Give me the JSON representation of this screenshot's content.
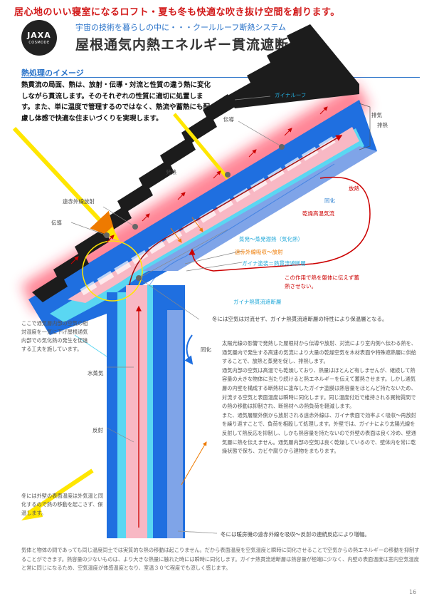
{
  "header": {
    "banner": "居心地のいい寝室になるロフト・夏も冬も快適な吹き抜け空間を創ります。",
    "logo_line1": "JAXA",
    "logo_line2": "COSMODE",
    "subtitle": "宇宙の技術を暮らしの中に・・・クールルーフ断熱システム",
    "title": "屋根通気内熱エネルギー貫流遮断工法"
  },
  "section": {
    "heading": "熱処理のイメージ",
    "intro": "熱貫流の局面、熱は、放射・伝導・対流と性質の違う熱に変化しながら貫流します。そのそれぞれの性質に適切に処置します。また、単に温度で管理するのではなく、熱流や蓄熱にも配慮し体感で快適な住まいづくりを実現します。"
  },
  "diagram_labels": {
    "gaina_roof": "ガイナルーフ",
    "dennetsu_top": "伝導",
    "haiki": "排気",
    "hainetsu": "排熱",
    "hatsunetsu": "発熱",
    "enseki_housha": "遠赤外線放射",
    "dennetsu_left": "伝導",
    "hounetsu": "放熱",
    "douka_top": "同化",
    "kansou": "乾燥高温気流",
    "jouki": "蒸発～蒸発潜熱（気化熱）",
    "enseki_kyushu": "遠赤外線吸収～放射",
    "gaina_tosou": "ガイナ塗装＝熱貫流遮断層",
    "sayou": "この作用で熱を躯体に伝えず蓄熱させない。",
    "gaina_layer": "ガイナ熱貫流遮断層",
    "winter_note": "冬には空気は対流せず、ガイナ熱貫流遮断層の特性により保温層となる。",
    "left_note": "ここで通気層内部の空気の相対湿度を一気に下げ屋根通気内部での気化熱の発生を促進する工夫を施しています。",
    "suijouki": "水蒸気",
    "douka_mid": "同化",
    "hansha": "反射",
    "winter_wall": "冬には外壁の表面温度は外気温と同化するので熱の移動を起こさず、保温します。",
    "danbou_note": "冬には暖房機の遠赤外線を吸収～反射の連続反応により増幅。"
  },
  "body_paragraphs": [
    "太陽光線の影響で発熱した屋根材から伝導や放射、対流により室内側へ伝わる熱を、通気層内で発生する高速の気流により大量の乾燥空気を木材表面や特殊遮熱層に供給することで、放熱と蒸発を促し、排熱します。",
    "通気内部の空気は高温でも乾燥しており、熱量はほとんど有しませんが、継続して熱容量の大きな物体に当たり続けると熱エネルギーを伝えて蓄熱させます。しかし通気層の内壁を構成する断熱材に塗布したガイナ塗膜は熱容量をほとんど持たないため、対流する空気と表面温度は瞬時に同化します。同じ温度付近で維持される異物質間での熱の移動は抑制され、断熱材への熱負荷を軽減します。",
    "また、通気層屋外側から放射される遠赤外線は、ガイナ表面で効率よく吸収～再放射を繰り返すことで、負荷を相殺して処理します。外壁では、ガイナにより太陽光線を反射して熱反応を抑制し、しかも熱容量を持たないので外壁の表面は良く冷め、壁通気層に熱を伝えません。通気層内部の空気は良く乾燥しているので、壁体内を常に乾燥状態で保ち、カビや腐りから建物をまもります。"
  ],
  "bottom_text": "気体と物体の間であっても同じ温度同士では実質的な熱の移動は起こりません。だから表面温度を空気温度と瞬時に同化させることで空気からの熱エネルギーの移動を抑制することができます。熱容量の少ないものは、より大きな熱量に触れた時には瞬時に同化します。ガイナ熱貫流遮断層は熱容量が極端に少なく、内壁の表面温度は室内空気温度と常に同じになるため、空気温度が体感温度となり、室温３０℃程度でも涼しく感じます。",
  "page_number": "16",
  "colors": {
    "red": "#d21919",
    "blue": "#2a73c9",
    "roof_blue": "#1f6fe0",
    "cyan": "#5ad7f2",
    "pink": "#f8b8c4",
    "dark": "#1c1c1c",
    "yellow": "#ffe600"
  }
}
